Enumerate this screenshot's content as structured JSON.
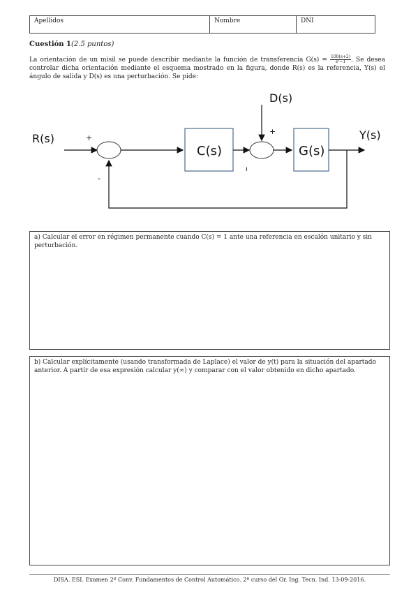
{
  "header": {
    "apellidos": "Apellidos",
    "nombre": "Nombre",
    "dni": "DNI"
  },
  "question": {
    "title": "Cuestión 1",
    "points": "(2.5 puntos)",
    "intro_part1": "La orientación de un misil se puede describir mediante la función de transferencia G(s) = ",
    "tf_numerator": "100(s+2)",
    "tf_denominator": "s²−1",
    "intro_part2": ". Se desea controlar dicha orientación mediante el esquema mostrado en la figura, donde R(s) es la referencia, Y(s) el ángulo de salida y D(s) es una perturbación. Se pide:"
  },
  "diagram": {
    "input": "R(s)",
    "disturbance": "D(s)",
    "output": "Y(s)",
    "controller": "C(s)",
    "plant": "G(s)",
    "sign_plus_1": "+",
    "sign_minus": "-",
    "sign_plus_2": "+",
    "sign_mark": "ı"
  },
  "parts": {
    "a": "a) Calcular el error en régimen permanente cuando C(s) = 1 ante una referencia en escalón unitario y sin perturbación.",
    "b": "b) Calcular explícitamente (usando transformada de Laplace) el valor de y(t) para la situación del apartado anterior. A partir de esa expresión calcular y(∞) y comparar con el valor obtenido en dicho apartado."
  },
  "footer": "DISA. ESI. Examen 2º Conv. Fundamentos de Control Automático. 2º curso del Gr. Ing. Tecn. Ind. 13-09-2016."
}
